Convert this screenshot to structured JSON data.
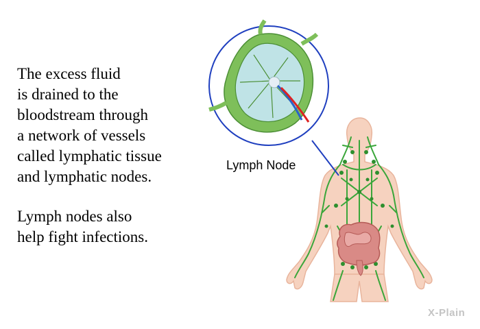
{
  "paragraphs": [
    "The excess fluid\nis drained to the\nbloodstream through\na network of vessels\ncalled lymphatic tissue\nand lymphatic nodes.",
    "Lymph nodes also\nhelp fight infections."
  ],
  "callout_label": "Lymph Node",
  "logo_text": "X-Plain",
  "colors": {
    "lymph_green": "#3aa63a",
    "node_capsule": "#7ebf5a",
    "node_interior": "#bfe3e6",
    "callout_circle": "#1f3fbf",
    "skin": "#f6d2bf",
    "intestine": "#d98a86"
  }
}
